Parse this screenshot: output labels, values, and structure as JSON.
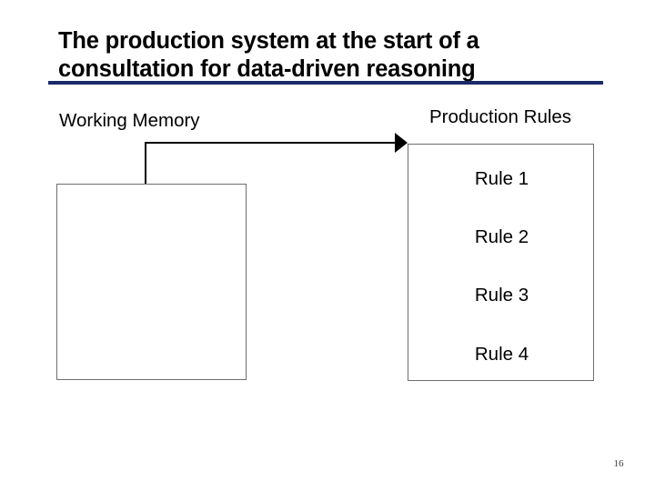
{
  "slide": {
    "title_lines": [
      "The production system at the start of a",
      "consultation for data-driven reasoning"
    ],
    "title_rule_color": "#1b2a68",
    "page_number": "16"
  },
  "diagram": {
    "working_memory": {
      "label": "Working Memory",
      "contents": []
    },
    "production_rules": {
      "label": "Production Rules",
      "rules": [
        {
          "label": "Rule 1"
        },
        {
          "label": "Rule 2"
        },
        {
          "label": "Rule 3"
        },
        {
          "label": "Rule 4"
        }
      ]
    },
    "connector": {
      "name": "working-memory-to-production-rules-arrow",
      "direction": "right",
      "style": "elbow",
      "color": "#000000"
    }
  }
}
